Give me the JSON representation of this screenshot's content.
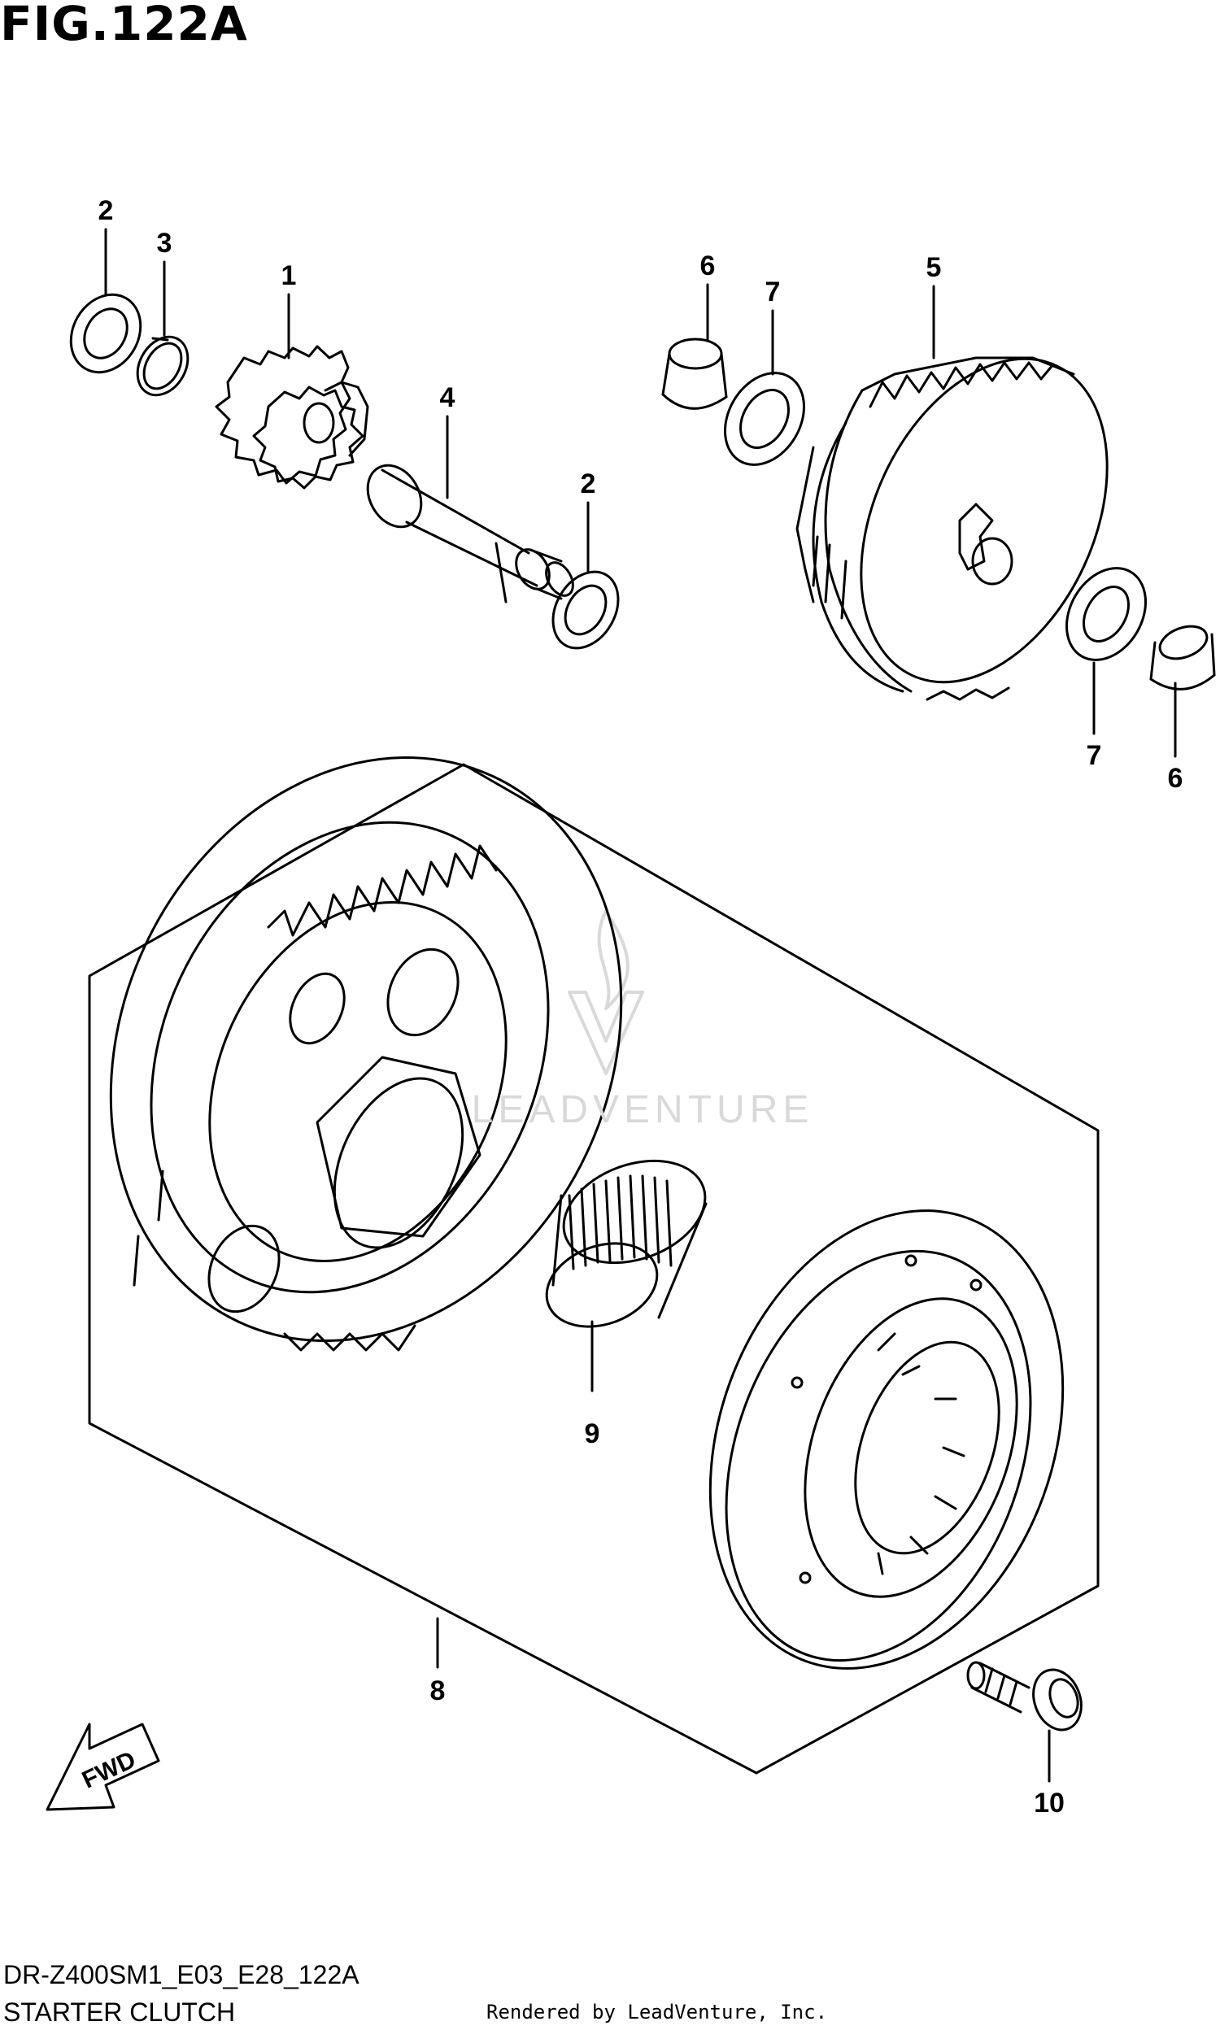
{
  "figure": {
    "title": "FIG.122A",
    "code": "DR-Z400SM1_E03_E28_122A",
    "name": "STARTER CLUTCH",
    "credit": "Rendered by LeadVenture, Inc.",
    "watermark": "LEADVENTURE"
  },
  "callouts": [
    {
      "id": "c2a",
      "label": "2"
    },
    {
      "id": "c3",
      "label": "3"
    },
    {
      "id": "c1",
      "label": "1"
    },
    {
      "id": "c4",
      "label": "4"
    },
    {
      "id": "c2b",
      "label": "2"
    },
    {
      "id": "c6a",
      "label": "6"
    },
    {
      "id": "c7a",
      "label": "7"
    },
    {
      "id": "c5",
      "label": "5"
    },
    {
      "id": "c7b",
      "label": "7"
    },
    {
      "id": "c6b",
      "label": "6"
    },
    {
      "id": "c8",
      "label": "8"
    },
    {
      "id": "c9",
      "label": "9"
    },
    {
      "id": "c10",
      "label": "10"
    }
  ],
  "direction_arrow": {
    "label": "FWD"
  },
  "colors": {
    "line": "#000000",
    "watermark": "#d9d9d9",
    "background": "#ffffff"
  }
}
